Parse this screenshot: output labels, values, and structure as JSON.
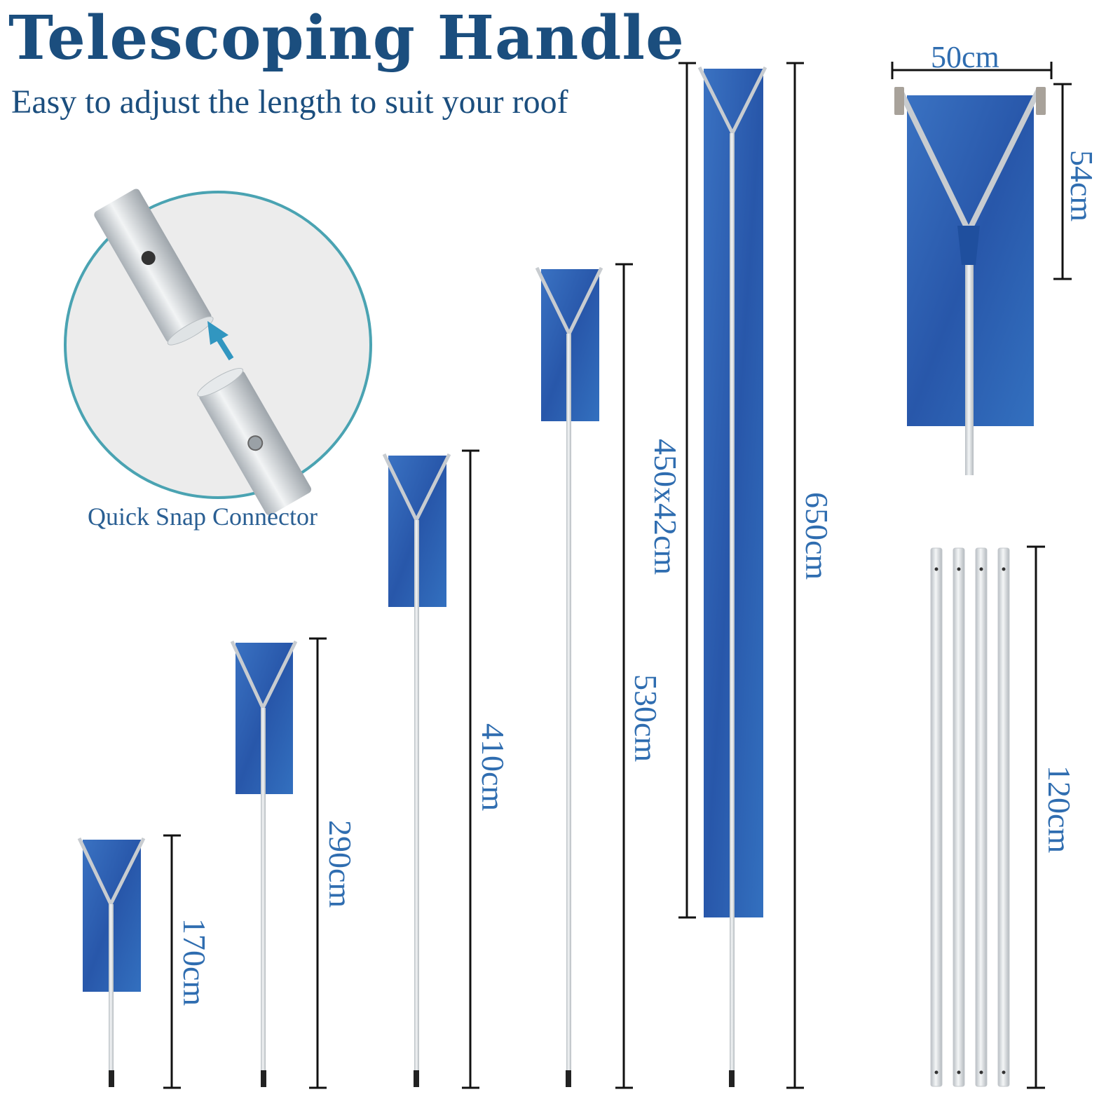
{
  "header": {
    "title": "Telescoping Handle",
    "subtitle": "Easy to adjust the length to suit your roof"
  },
  "connector": {
    "caption": "Quick Snap Connector"
  },
  "rakes": [
    {
      "length_label": "170cm"
    },
    {
      "length_label": "290cm"
    },
    {
      "length_label": "410cm"
    },
    {
      "length_label": "530cm"
    },
    {
      "length_label": "650cm"
    }
  ],
  "blade": {
    "size_label": "450x42cm",
    "width_label": "50cm",
    "height_label": "54cm"
  },
  "poles": {
    "count": 4,
    "length_label": "120cm"
  },
  "colors": {
    "title": "#1b4e7e",
    "dimension_text": "#2f6db0",
    "blade_blue": "#2d63b4",
    "pole_silver": "#d6dadd",
    "connector_ring": "#4aa3b2",
    "arrow": "#3196c0"
  }
}
